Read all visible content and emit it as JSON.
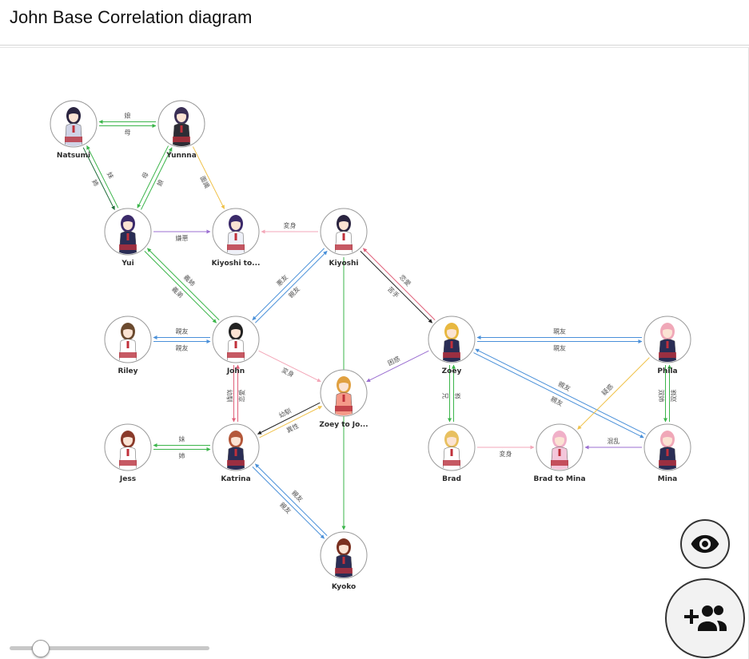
{
  "header": {
    "title": "John Base Correlation diagram"
  },
  "nodes": [
    {
      "id": "natsumi",
      "label": "Natsumi",
      "hair": "#2a2440",
      "outfit": "#cfd3e6"
    },
    {
      "id": "yunnna",
      "label": "Yunnna",
      "hair": "#3a2f55",
      "outfit": "#2d2d35"
    },
    {
      "id": "yui",
      "label": "Yui",
      "hair": "#3b2a6a",
      "outfit": "#2a2d55"
    },
    {
      "id": "kiyoshi_to",
      "label": "Kiyoshi to...",
      "hair": "#3b2a6a",
      "outfit": "#eef0f8"
    },
    {
      "id": "kiyoshi",
      "label": "Kiyoshi",
      "hair": "#2a2440",
      "outfit": "#ffffff"
    },
    {
      "id": "riley",
      "label": "Riley",
      "hair": "#6b4a2f",
      "outfit": "#ffffff"
    },
    {
      "id": "john",
      "label": "John",
      "hair": "#222222",
      "outfit": "#ffffff"
    },
    {
      "id": "zoey_to",
      "label": "Zoey to Jo...",
      "hair": "#e0a040",
      "outfit": "#f49a88"
    },
    {
      "id": "zoey",
      "label": "Zoey",
      "hair": "#e8b840",
      "outfit": "#2a2d55"
    },
    {
      "id": "phila",
      "label": "Phila",
      "hair": "#f0a8b8",
      "outfit": "#2a2d55"
    },
    {
      "id": "jess",
      "label": "Jess",
      "hair": "#8a3a2a",
      "outfit": "#ffffff"
    },
    {
      "id": "katrina",
      "label": "Katrina",
      "hair": "#b4583a",
      "outfit": "#2a2d55"
    },
    {
      "id": "brad",
      "label": "Brad",
      "hair": "#e8c060",
      "outfit": "#ffffff"
    },
    {
      "id": "brad_to_mina",
      "label": "Brad to Mina",
      "hair": "#f0b0c8",
      "outfit": "#f3c6da"
    },
    {
      "id": "mina",
      "label": "Mina",
      "hair": "#f0a8b8",
      "outfit": "#2a2d55"
    },
    {
      "id": "kyoko",
      "label": "Kyoko",
      "hair": "#7a3020",
      "outfit": "#2a2d55"
    }
  ],
  "edges": [
    {
      "from": "natsumi",
      "to": "yunnna",
      "label": "母",
      "color": "#3bb54a"
    },
    {
      "from": "yunnna",
      "to": "natsumi",
      "label": "娘",
      "color": "#3bb54a"
    },
    {
      "from": "natsumi",
      "to": "yui",
      "label": "姉",
      "color": "#1f6e3a"
    },
    {
      "from": "yui",
      "to": "natsumi",
      "label": "妹",
      "color": "#3bb54a"
    },
    {
      "from": "yunnna",
      "to": "yui",
      "label": "母",
      "color": "#3bb54a"
    },
    {
      "from": "yui",
      "to": "yunnna",
      "label": "娘",
      "color": "#3bb54a"
    },
    {
      "from": "yunnna",
      "to": "kiyoshi_to",
      "label": "面識",
      "color": "#f0c24a"
    },
    {
      "from": "yui",
      "to": "kiyoshi_to",
      "label": "嫌悪",
      "color": "#9b6fd1"
    },
    {
      "from": "kiyoshi",
      "to": "kiyoshi_to",
      "label": "変身",
      "color": "#f3a7b8"
    },
    {
      "from": "yui",
      "to": "john",
      "label": "義弟",
      "color": "#3bb54a"
    },
    {
      "from": "john",
      "to": "yui",
      "label": "義姉",
      "color": "#3bb54a"
    },
    {
      "from": "kiyoshi",
      "to": "john",
      "label": "悪友",
      "color": "#4a90d9"
    },
    {
      "from": "john",
      "to": "kiyoshi",
      "label": "親友",
      "color": "#4a90d9"
    },
    {
      "from": "kiyoshi",
      "to": "zoey",
      "label": "苦手",
      "color": "#222222"
    },
    {
      "from": "zoey",
      "to": "kiyoshi",
      "label": "恋愛",
      "color": "#e0607a"
    },
    {
      "from": "kiyoshi",
      "to": "kyoko",
      "label": "",
      "color": "#3bb54a"
    },
    {
      "from": "riley",
      "to": "john",
      "label": "親友",
      "color": "#4a90d9"
    },
    {
      "from": "john",
      "to": "riley",
      "label": "親友",
      "color": "#4a90d9"
    },
    {
      "from": "john",
      "to": "zoey_to",
      "label": "変身",
      "color": "#f3a7b8"
    },
    {
      "from": "zoey",
      "to": "zoey_to",
      "label": "困惑",
      "color": "#9b6fd1"
    },
    {
      "from": "john",
      "to": "katrina",
      "label": "幼馴",
      "color": "#e0607a"
    },
    {
      "from": "katrina",
      "to": "john",
      "label": "恋愛",
      "color": "#e0607a"
    },
    {
      "from": "zoey_to",
      "to": "katrina",
      "label": "幼馴",
      "color": "#222222"
    },
    {
      "from": "katrina",
      "to": "zoey_to",
      "label": "異性",
      "color": "#f0c24a"
    },
    {
      "from": "jess",
      "to": "katrina",
      "label": "姉",
      "color": "#3bb54a"
    },
    {
      "from": "katrina",
      "to": "jess",
      "label": "妹",
      "color": "#3bb54a"
    },
    {
      "from": "katrina",
      "to": "kyoko",
      "label": "親友",
      "color": "#4a90d9"
    },
    {
      "from": "kyoko",
      "to": "katrina",
      "label": "親友",
      "color": "#4a90d9"
    },
    {
      "from": "zoey",
      "to": "phila",
      "label": "親友",
      "color": "#4a90d9"
    },
    {
      "from": "phila",
      "to": "zoey",
      "label": "親友",
      "color": "#4a90d9"
    },
    {
      "from": "zoey",
      "to": "brad",
      "label": "兄",
      "color": "#3bb54a"
    },
    {
      "from": "brad",
      "to": "zoey",
      "label": "妹",
      "color": "#3bb54a"
    },
    {
      "from": "zoey",
      "to": "mina",
      "label": "親友",
      "color": "#4a90d9"
    },
    {
      "from": "mina",
      "to": "zoey",
      "label": "親友",
      "color": "#4a90d9"
    },
    {
      "from": "phila",
      "to": "brad_to_mina",
      "label": "疑惑",
      "color": "#f0c24a"
    },
    {
      "from": "phila",
      "to": "mina",
      "label": "双姉",
      "color": "#3bb54a"
    },
    {
      "from": "mina",
      "to": "phila",
      "label": "双妹",
      "color": "#3bb54a"
    },
    {
      "from": "brad",
      "to": "brad_to_mina",
      "label": "変身",
      "color": "#f3a7b8"
    },
    {
      "from": "mina",
      "to": "brad_to_mina",
      "label": "混乱",
      "color": "#9b6fd1"
    }
  ],
  "controls": {
    "view_icon": "eye-icon",
    "add_icon": "add-group-icon",
    "zoom_slider_value": 0.15
  }
}
